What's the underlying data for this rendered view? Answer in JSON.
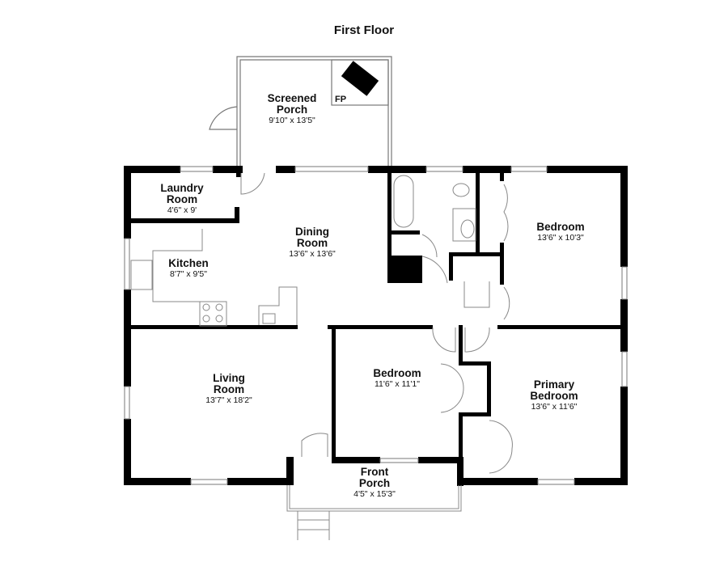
{
  "title": "First Floor",
  "rooms": {
    "screened_porch": {
      "name_1": "Screened",
      "name_2": "Porch",
      "dims": "9'10\" x 13'5\""
    },
    "laundry": {
      "name_1": "Laundry",
      "name_2": "Room",
      "dims": "4'6\" x 9'"
    },
    "dining": {
      "name_1": "Dining",
      "name_2": "Room",
      "dims": "13'6\" x 13'6\""
    },
    "kitchen": {
      "name_1": "Kitchen",
      "dims": "8'7\" x 9'5\""
    },
    "bedroom_ne": {
      "name_1": "Bedroom",
      "dims": "13'6\" x 10'3\""
    },
    "living": {
      "name_1": "Living",
      "name_2": "Room",
      "dims": "13'7\" x 18'2\""
    },
    "bedroom_mid": {
      "name_1": "Bedroom",
      "dims": "11'6\" x 11'1\""
    },
    "primary": {
      "name_1": "Primary",
      "name_2": "Bedroom",
      "dims": "13'6\" x 11'6\""
    },
    "front_porch": {
      "name_1": "Front",
      "name_2": "Porch",
      "dims": "4'5\" x 15'3\""
    }
  },
  "fixtures": {
    "fireplace_label": "FP"
  },
  "colors": {
    "wall": "#000000",
    "line": "#888888",
    "background": "#ffffff"
  }
}
